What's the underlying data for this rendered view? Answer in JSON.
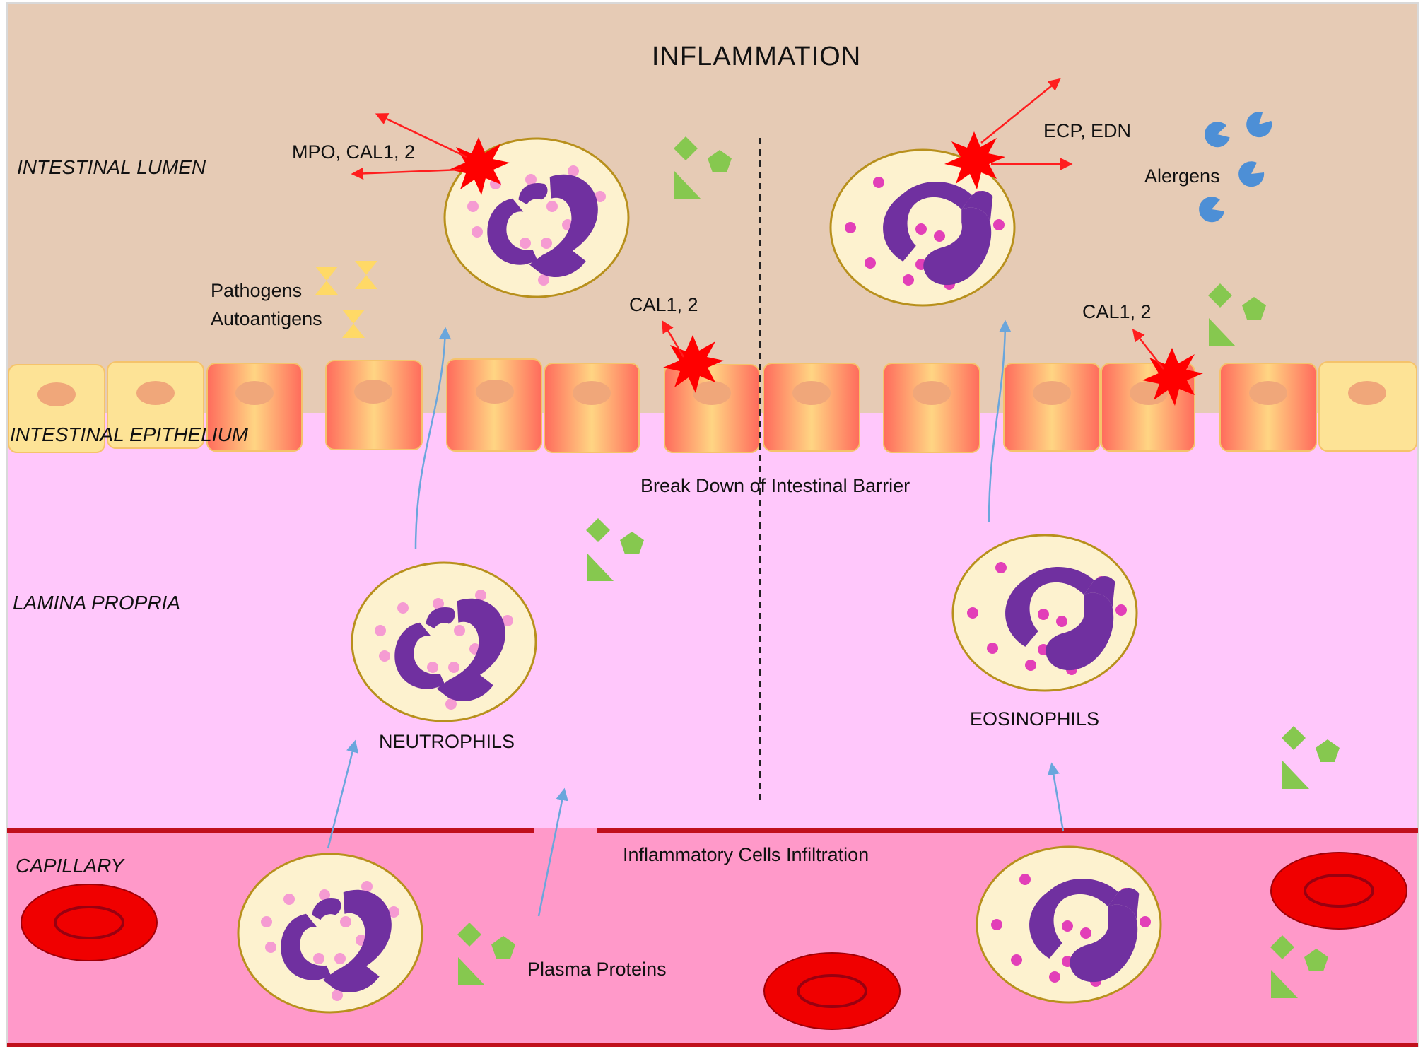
{
  "title": "INFLAMMATION",
  "layers": {
    "lumen": "INTESTINAL LUMEN",
    "epithelium": "INTESTINAL EPITHELIUM",
    "lamina": "LAMINA PROPRIA",
    "capillary": "CAPILLARY"
  },
  "labels": {
    "mpo": "MPO, CAL1, 2",
    "cal_left": "CAL1, 2",
    "cal_right": "CAL1, 2",
    "ecp": "ECP, EDN",
    "alergens": "Alergens",
    "pathogens": "Pathogens",
    "autoantigens": "Autoantigens",
    "barrier": "Break Down of Intestinal Barrier",
    "neutrophils": "NEUTROPHILS",
    "eosinophils": "EOSINOPHILS",
    "infiltration": "Inflammatory Cells Infiltration",
    "plasma": "Plasma Proteins"
  },
  "colors": {
    "lumen_bg": "#e6cbb5",
    "lamina_bg": "#ffc7fb",
    "capillary_bg": "#ff99c9",
    "vessel_wall": "#c0101c",
    "cell_fill": "#fdf2cf",
    "cell_border": "#b8901c",
    "nucleus": "#7030a0",
    "neutrophil_granule": "#f59bd2",
    "eosinophil_granule": "#e23fb8",
    "arrow_red": "#ff1e1e",
    "arrow_blue": "#6aa6dc",
    "burst": "#ff0000",
    "protein_green": "#86c84f",
    "allergen_blue": "#4d8fd6",
    "pathogen_yellow": "#ffd966",
    "rbc": "#f00000"
  }
}
